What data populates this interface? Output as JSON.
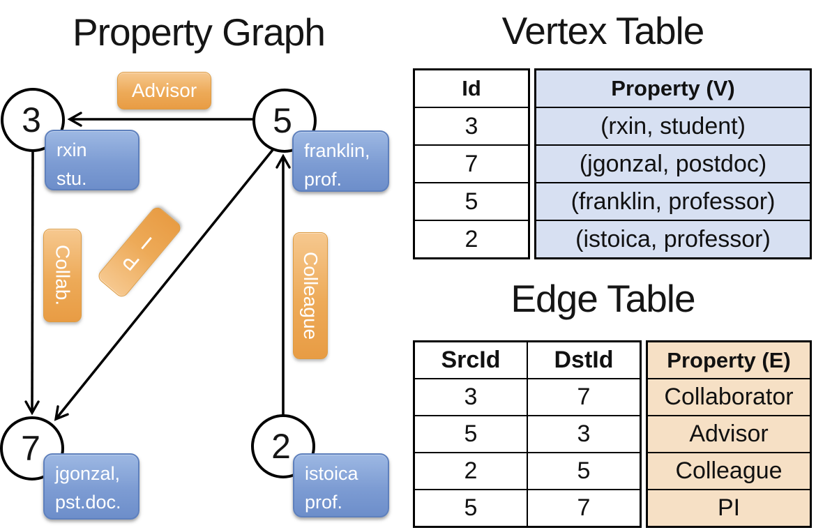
{
  "graph": {
    "title": "Property Graph",
    "nodes": {
      "n3": {
        "id": "3",
        "line1": "rxin",
        "line2": "stu."
      },
      "n5": {
        "id": "5",
        "line1": "franklin,",
        "line2": "prof."
      },
      "n7": {
        "id": "7",
        "line1": "jgonzal,",
        "line2": "pst.doc."
      },
      "n2": {
        "id": "2",
        "line1": "istoica",
        "line2": "prof."
      }
    },
    "edge_labels": {
      "advisor": "Advisor",
      "collab": "Collab.",
      "pi": "PI",
      "colleague": "Colleague"
    }
  },
  "vertex_table": {
    "title": "Vertex Table",
    "id_header": "Id",
    "property_header": "Property (V)",
    "rows": [
      [
        "3",
        "(rxin, student)"
      ],
      [
        "7",
        "(jgonzal, postdoc)"
      ],
      [
        "5",
        "(franklin, professor)"
      ],
      [
        "2",
        "(istoica, professor)"
      ]
    ]
  },
  "edge_table": {
    "title": "Edge Table",
    "src_header": "SrcId",
    "dst_header": "DstId",
    "property_header": "Property (E)",
    "rows": [
      [
        "3",
        "7",
        "Collaborator"
      ],
      [
        "5",
        "3",
        "Advisor"
      ],
      [
        "2",
        "5",
        "Colleague"
      ],
      [
        "5",
        "7",
        "PI"
      ]
    ]
  },
  "colors": {
    "vertex_property_fill": "#d7e0f2",
    "edge_property_fill": "#f6e0c5",
    "node_label_blue_top": "#9db8e3",
    "node_label_blue_bottom": "#6d8eca",
    "edge_label_orange_top": "#f6c88f",
    "edge_label_orange_bottom": "#e89c44",
    "line_color": "#000000"
  }
}
